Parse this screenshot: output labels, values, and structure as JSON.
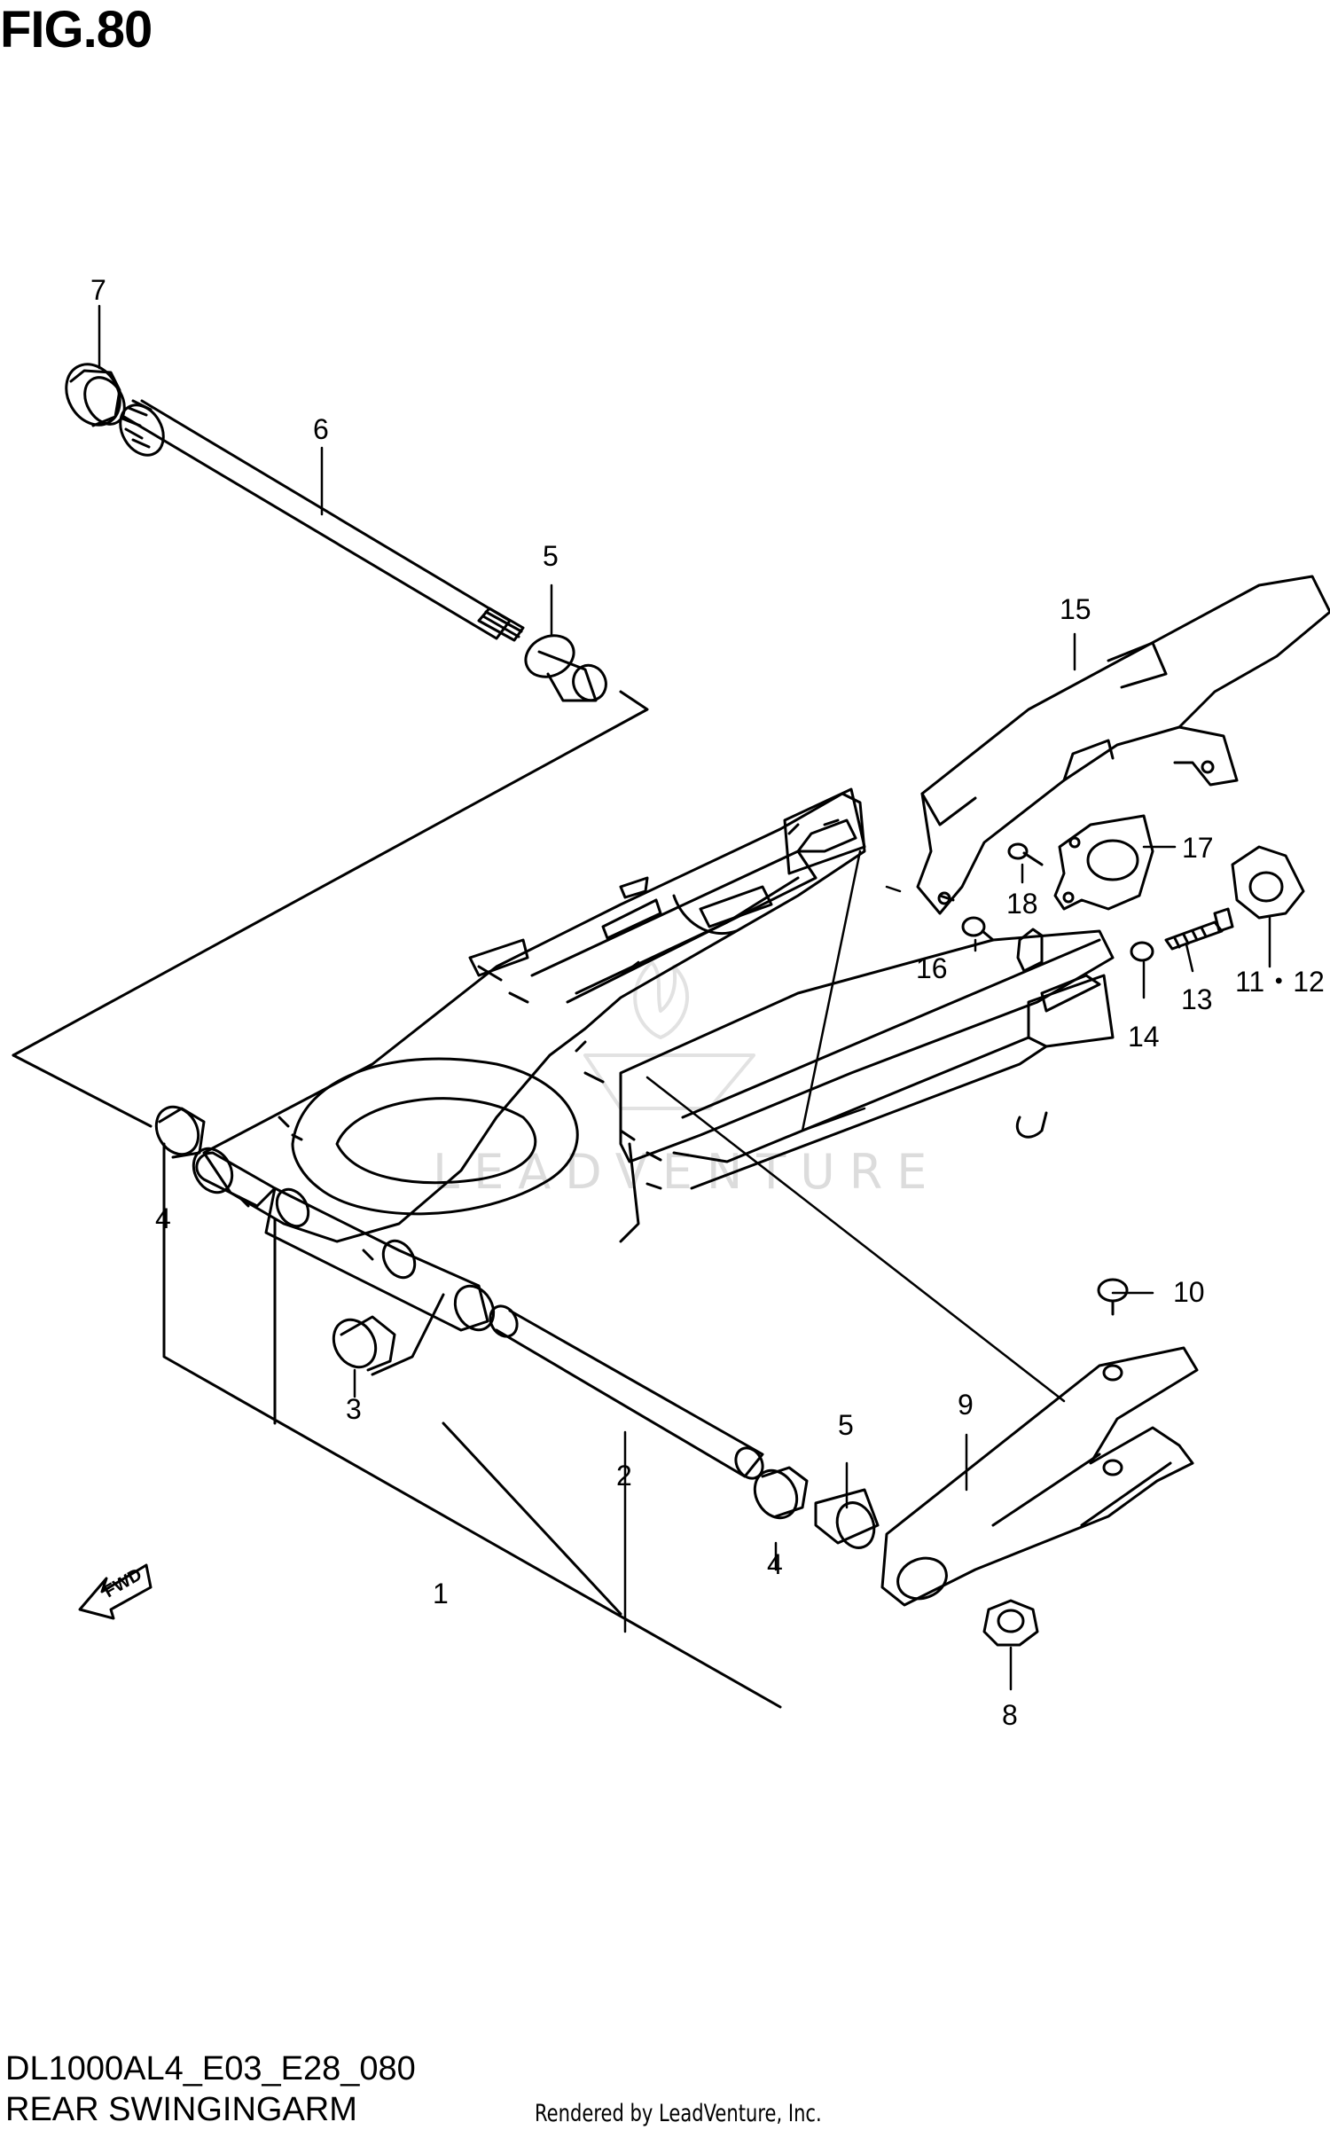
{
  "figure": {
    "title": "FIG.80"
  },
  "footer": {
    "code": "DL1000AL4_E03_E28_080",
    "caption": "REAR SWINGINGARM",
    "credit": "Rendered by LeadVenture, Inc."
  },
  "watermark": {
    "text": "LEADVENTURE"
  },
  "fwd_label": "FWD",
  "callouts": [
    {
      "id": "c1",
      "label": "1"
    },
    {
      "id": "c2",
      "label": "2"
    },
    {
      "id": "c3",
      "label": "3"
    },
    {
      "id": "c4a",
      "label": "4"
    },
    {
      "id": "c4b",
      "label": "4"
    },
    {
      "id": "c5a",
      "label": "5"
    },
    {
      "id": "c5b",
      "label": "5"
    },
    {
      "id": "c6",
      "label": "6"
    },
    {
      "id": "c7",
      "label": "7"
    },
    {
      "id": "c8",
      "label": "8"
    },
    {
      "id": "c9",
      "label": "9"
    },
    {
      "id": "c10",
      "label": "10"
    },
    {
      "id": "c11",
      "label": "11・12"
    },
    {
      "id": "c13",
      "label": "13"
    },
    {
      "id": "c14",
      "label": "14"
    },
    {
      "id": "c15",
      "label": "15"
    },
    {
      "id": "c16",
      "label": "16"
    },
    {
      "id": "c17",
      "label": "17"
    },
    {
      "id": "c18",
      "label": "18"
    }
  ]
}
